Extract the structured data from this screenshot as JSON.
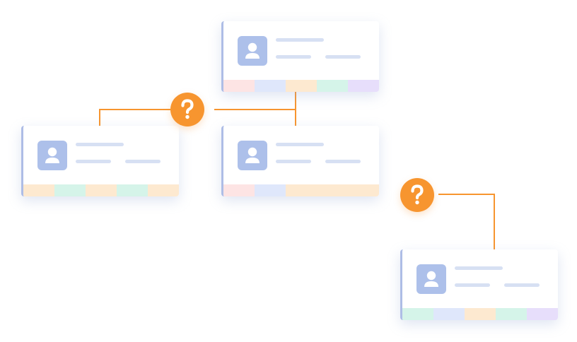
{
  "colors": {
    "connector": "#f7952f",
    "question_badge": "#f7952f",
    "avatar": "#adc0ea",
    "placeholder_line": "#d7e0f3",
    "card_border": "#aebde6"
  },
  "icons": {
    "avatar": "user-silhouette-icon",
    "badge": "question-mark-icon"
  },
  "cards": [
    {
      "id": "top",
      "strip": [
        "#fde4e4",
        "#dfe7fb",
        "#fde9d0",
        "#d5f4e9",
        "#e7defb"
      ]
    },
    {
      "id": "left",
      "strip": [
        "#fde9d0",
        "#d5f4e9",
        "#fde9d0",
        "#d5f4e9",
        "#fde9d0"
      ]
    },
    {
      "id": "middle",
      "strip": [
        "#fde4e4",
        "#dfe7fb",
        "#fde9d0",
        "#fde9d0",
        "#fde9d0"
      ]
    },
    {
      "id": "bottom-right",
      "strip": [
        "#d5f4e9",
        "#dfe7fb",
        "#fde9d0",
        "#d5f4e9",
        "#e7defb"
      ]
    }
  ]
}
